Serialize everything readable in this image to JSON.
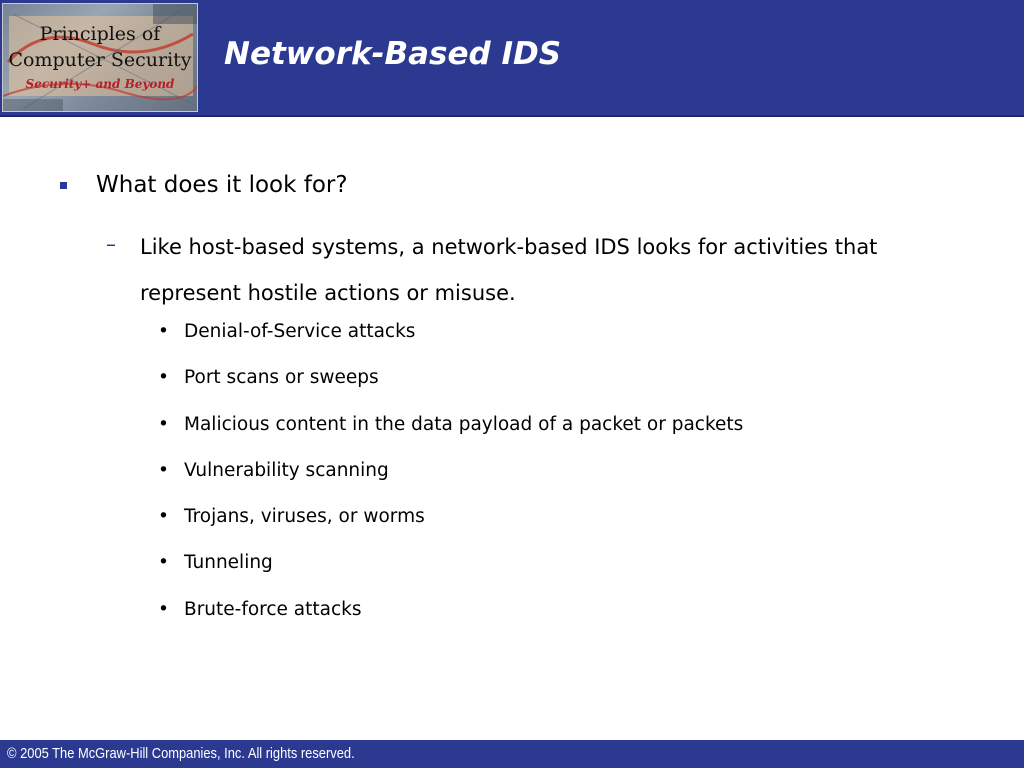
{
  "logo": {
    "line1": "Principles of",
    "line2": "Computer Security",
    "line3": "Security+ and Beyond"
  },
  "slide": {
    "title": "Network-Based IDS",
    "bullet": "What does it look for?",
    "sub_bullet": "Like host-based systems, a network-based IDS looks for activities that represent hostile actions or misuse.",
    "items": [
      "Denial-of-Service attacks",
      "Port scans or sweeps",
      "Malicious content in the data payload of a packet or packets",
      "Vulnerability scanning",
      "Trojans, viruses, or worms",
      "Tunneling",
      "Brute-force attacks"
    ]
  },
  "footer": {
    "copyright": "© 2005 The McGraw-Hill Companies, Inc. All rights reserved."
  },
  "colors": {
    "header_bg": "#2b3990",
    "title_text": "#ffffff",
    "logo_accent": "#b3202a"
  }
}
